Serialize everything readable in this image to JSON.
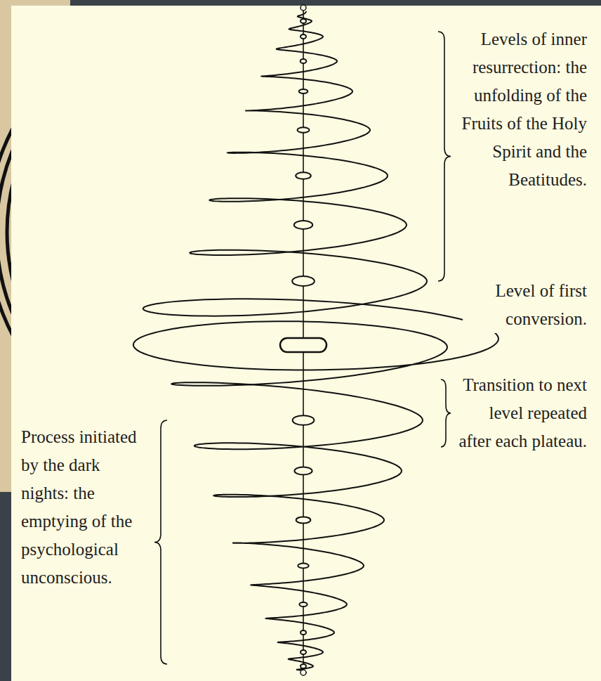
{
  "diagram": {
    "labels": [
      "Levels of inner resurrection: the unfolding of the Fruits of the Holy Spirit and the Beatitudes.",
      "Level of first conversion.",
      "Transition to next level repeated after each plateau.",
      "Process initiated by the dark nights: the emptying of the psychological unconscious."
    ]
  }
}
